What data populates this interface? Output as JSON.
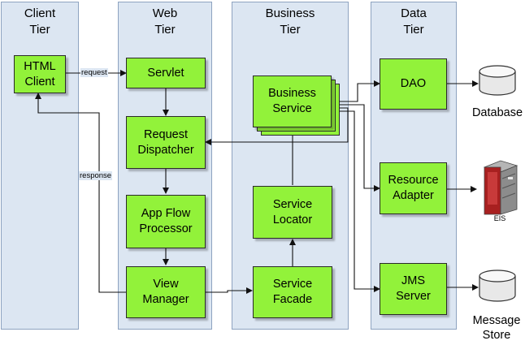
{
  "tiers": {
    "client": "Client\nTier",
    "web": "Web\nTier",
    "business": "Business\nTier",
    "data": "Data\nTier"
  },
  "components": {
    "html_client": "HTML\nClient",
    "servlet": "Servlet",
    "request_dispatcher": "Request\nDispatcher",
    "app_flow_processor": "App Flow\nProcessor",
    "view_manager": "View\nManager",
    "business_service": "Business\nService",
    "service_locator": "Service\nLocator",
    "service_facade": "Service\nFacade",
    "dao": "DAO",
    "resource_adapter": "Resource\nAdapter",
    "jms_server": "JMS\nServer"
  },
  "edge_labels": {
    "request": "request",
    "response": "response"
  },
  "resources": {
    "database": "Database",
    "eis": "EIS",
    "message_store": "Message\nStore"
  },
  "colors": {
    "tier_fill": "#dce6f2",
    "component_fill": "#92f23a"
  }
}
